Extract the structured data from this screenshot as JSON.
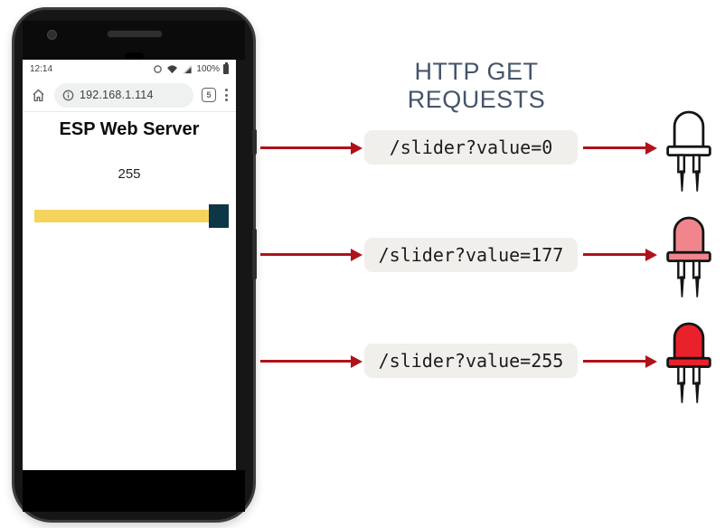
{
  "phone": {
    "status_bar": {
      "time": "12:14",
      "battery_percent": "100%"
    },
    "address_bar": {
      "url": "192.168.1.114",
      "tab_count": "5"
    },
    "page": {
      "heading": "ESP Web Server",
      "slider_value": "255"
    }
  },
  "diagram": {
    "title": "HTTP GET REQUESTS",
    "rows": [
      {
        "request": "/slider?value=0",
        "led_state": "off",
        "led_color": "#ffffff"
      },
      {
        "request": "/slider?value=177",
        "led_state": "dim",
        "led_color": "#f0868c"
      },
      {
        "request": "/slider?value=255",
        "led_state": "on",
        "led_color": "#e8212a"
      }
    ],
    "colors": {
      "arrow": "#b0121a",
      "title": "#44546a",
      "slider_track": "#f5d35c",
      "slider_thumb": "#0d3647",
      "request_box_bg": "#f1efec"
    }
  }
}
